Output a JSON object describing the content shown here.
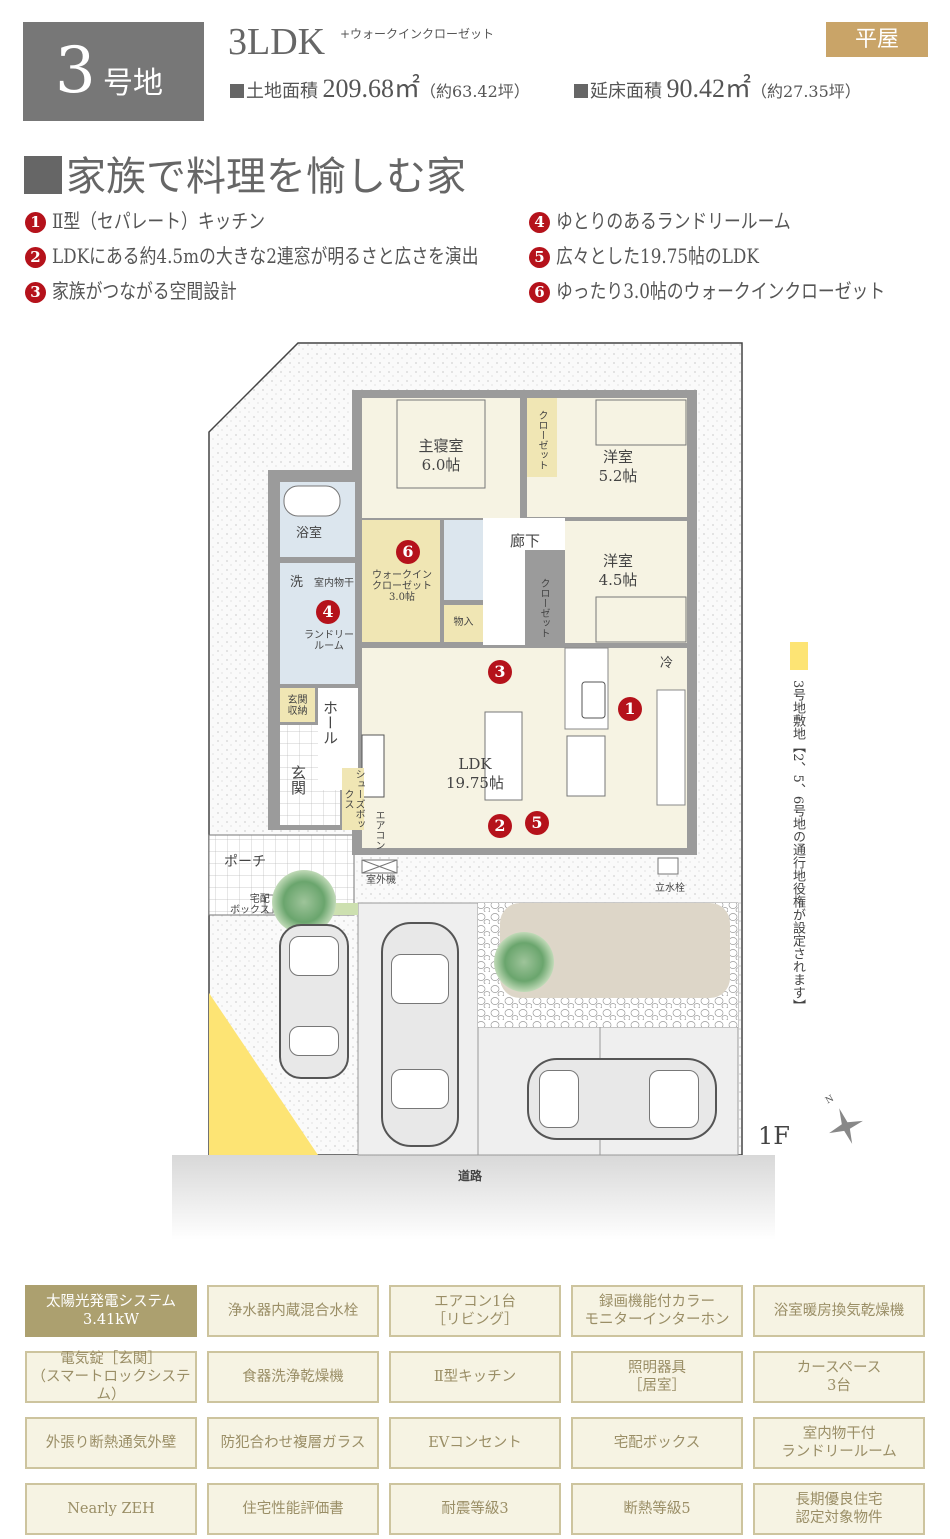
{
  "header": {
    "lot_number": "3",
    "lot_suffix": "号地",
    "layout": "3LDK",
    "layout_note": "+ウォークインクローゼット",
    "type_badge": "平屋",
    "land_area": {
      "label": "土地面積",
      "value": "209.68㎡",
      "tsubo": "（約63.42坪）"
    },
    "floor_area": {
      "label": "延床面積",
      "value": "90.42㎡",
      "tsubo": "（約27.35坪）"
    }
  },
  "title": "家族で料理を愉しむ家",
  "features": [
    {
      "num": "1",
      "text": "Ⅱ型（セパレート）キッチン"
    },
    {
      "num": "2",
      "text": "LDKにある約4.5mの大きな2連窓が明るさと広さを演出"
    },
    {
      "num": "3",
      "text": "家族がつながる空間設計"
    },
    {
      "num": "4",
      "text": "ゆとりのあるランドリールーム"
    },
    {
      "num": "5",
      "text": "広々とした19.75帖のLDK"
    },
    {
      "num": "6",
      "text": "ゆったり3.0帖のウォークインクローゼット"
    }
  ],
  "plan": {
    "master": {
      "name": "主寝室",
      "size": "6.0帖"
    },
    "room1": {
      "name": "洋室",
      "size": "5.2帖"
    },
    "room2": {
      "name": "洋室",
      "size": "4.5帖"
    },
    "hall": "廊下",
    "closet": "クローゼット",
    "wic": {
      "name": "ウォークイン\nクローゼット",
      "size": "3.0帖"
    },
    "storage": "物入",
    "bath": "浴室",
    "wash": "洗",
    "dry": "室内物干",
    "laundry": "ランドリー\nルーム",
    "genkan_storage": "玄関\n収納",
    "hall2": "ホール",
    "genkan": "玄関",
    "shoebox": "シューズボックス",
    "aircon": "エアコン",
    "ldk": {
      "name": "LDK",
      "size": "19.75帖"
    },
    "fridge": "冷",
    "outdoor_unit": "室外機",
    "faucet": "立水栓",
    "porch": "ポーチ",
    "delivery_box": "宅配\nボックス",
    "road": "道路",
    "floor": "1F",
    "north": "N",
    "easement": "3号地敷地【2、5、6号地の通行地役権が設定されます】",
    "badges": [
      "1",
      "2",
      "3",
      "4",
      "5",
      "6"
    ]
  },
  "equipment": [
    {
      "label": "太陽光発電システム\n3.41kW",
      "highlight": true
    },
    {
      "label": "浄水器内蔵混合水栓"
    },
    {
      "label": "エアコン1台\n［リビング］"
    },
    {
      "label": "録画機能付カラー\nモニターインターホン"
    },
    {
      "label": "浴室暖房換気乾燥機"
    },
    {
      "label": "電気錠［玄関］\n（スマートロックシステム）"
    },
    {
      "label": "食器洗浄乾燥機"
    },
    {
      "label": "Ⅱ型キッチン"
    },
    {
      "label": "照明器具\n［居室］"
    },
    {
      "label": "カースペース\n3台"
    },
    {
      "label": "外張り断熱通気外壁"
    },
    {
      "label": "防犯合わせ複層ガラス"
    },
    {
      "label": "EVコンセント"
    },
    {
      "label": "宅配ボックス"
    },
    {
      "label": "室内物干付\nランドリールーム"
    },
    {
      "label": "Nearly ZEH"
    },
    {
      "label": "住宅性能評価書"
    },
    {
      "label": "耐震等級3"
    },
    {
      "label": "断熱等級5"
    },
    {
      "label": "長期優良住宅\n認定対象物件"
    }
  ],
  "colors": {
    "accent_red": "#b5121b",
    "gold": "#c9a468",
    "olive": "#aca06f",
    "cream": "#f6f3e3"
  }
}
